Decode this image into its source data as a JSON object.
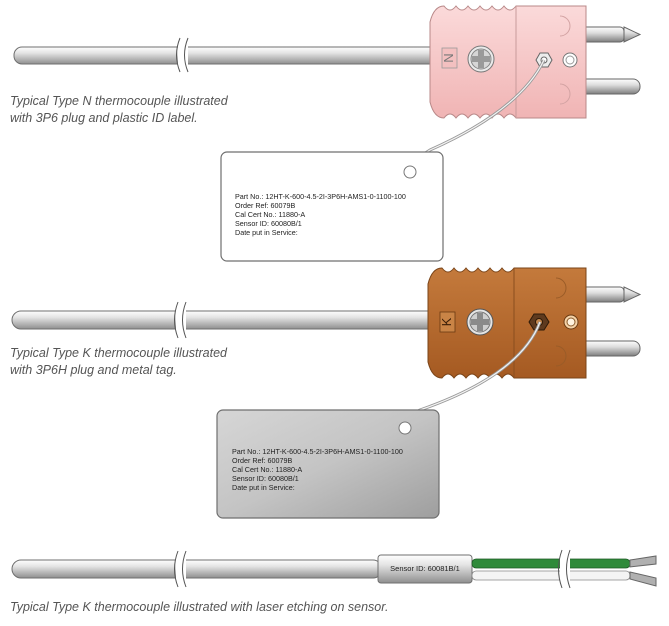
{
  "figures": [
    {
      "id": "type-n",
      "plug_letter": "N",
      "caption_line1": "Typical Type N thermocouple illustrated",
      "caption_line2": "with 3P6 plug and plastic ID label.",
      "tag": {
        "line1": "Part No.: 12HT-K-600-4.5-2I-3P6H-AMS1-0-1100-100",
        "line2": "Order Ref: 60079B",
        "line3": "Cal Cert No.: 11880-A",
        "line4": "Sensor ID: 60080B/1",
        "line5": "Date put in Service:"
      }
    },
    {
      "id": "type-k-metal",
      "plug_letter": "K",
      "caption_line1": "Typical Type K thermocouple illustrated",
      "caption_line2": "with 3P6H plug and metal tag.",
      "tag": {
        "line1": "Part No.: 12HT-K-600-4.5-2I-3P6H-AMS1-0-1100-100",
        "line2": "Order Ref: 60079B",
        "line3": "Cal Cert No.: 11880-A",
        "line4": "Sensor ID: 60080B/1",
        "line5": "Date put in Service:"
      }
    },
    {
      "id": "type-k-laser",
      "sensor_label": "Sensor ID: 60081B/1",
      "caption": "Typical Type K thermocouple illustrated with laser etching on sensor."
    }
  ],
  "colors": {
    "plug_n": "#f7c9c9",
    "plug_k": "#b86a2e",
    "wire_green": "#2f8a3a",
    "probe_grey": "#bdbdbd"
  }
}
